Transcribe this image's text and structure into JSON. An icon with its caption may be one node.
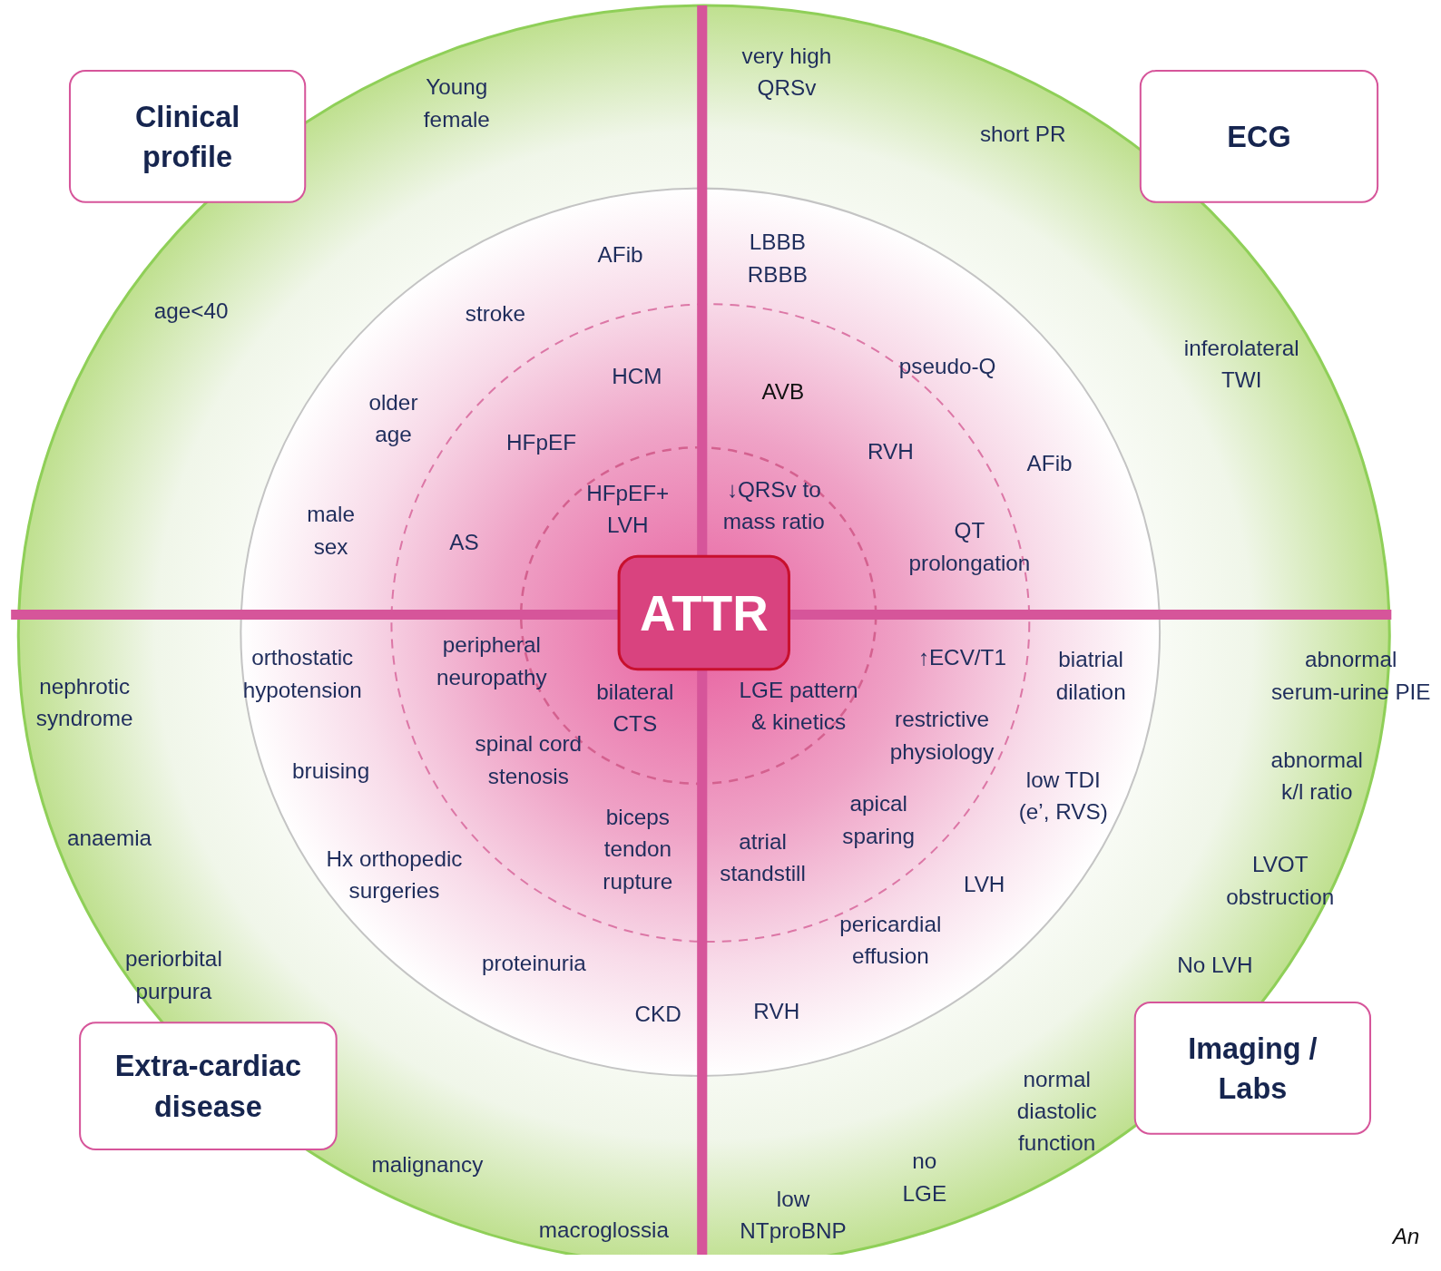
{
  "diagram": {
    "nodes": [
      {
        "text": [
          "Clinical profile"
        ]
      },
      {
        "text": [
          "ECG"
        ]
      },
      {
        "text": [
          "ATTR"
        ]
      },
      {
        "text": [
          "Extra-cardiac disease"
        ]
      },
      {
        "text": [
          "Imaging / Labs"
        ]
      }
    ],
    "labels": [
      "Young female",
      "very high QRSv",
      "short PR",
      "LBBB RBBB",
      "AFib",
      "stroke",
      "age<40",
      "inferolateral TWI",
      "pseudo-Q",
      "HCM",
      "AVB",
      "older age",
      "HFpEF",
      "RVH",
      "AFib",
      "HFpEF+ LVH",
      "↓QRSv to mass ratio",
      "male sex",
      "AS",
      "QT prolongation",
      "peripheral neuropathy",
      "orthostatic hypotension",
      "↑ECV/T1",
      "biatrial dilation",
      "abnormal serum-urine PIE",
      "nephrotic syndrome",
      "bilateral CTS",
      "LGE pattern & kinetics",
      "restrictive physiology",
      "spinal cord stenosis",
      "bruising",
      "abnormal k/l ratio",
      "low TDI (e’, RVS)",
      "apical sparing",
      "biceps tendon rupture",
      "anaemia",
      "atrial standstill",
      "Hx orthopedic surgeries",
      "LVOT obstruction",
      "LVH",
      "pericardial effusion",
      "proteinuria",
      "No LVH",
      "periorbital purpura",
      "CKD",
      "RVH",
      "normal diastolic function",
      "malignancy",
      "no LGE",
      "low NTproBNP",
      "macroglossia",
      "An"
    ]
  }
}
